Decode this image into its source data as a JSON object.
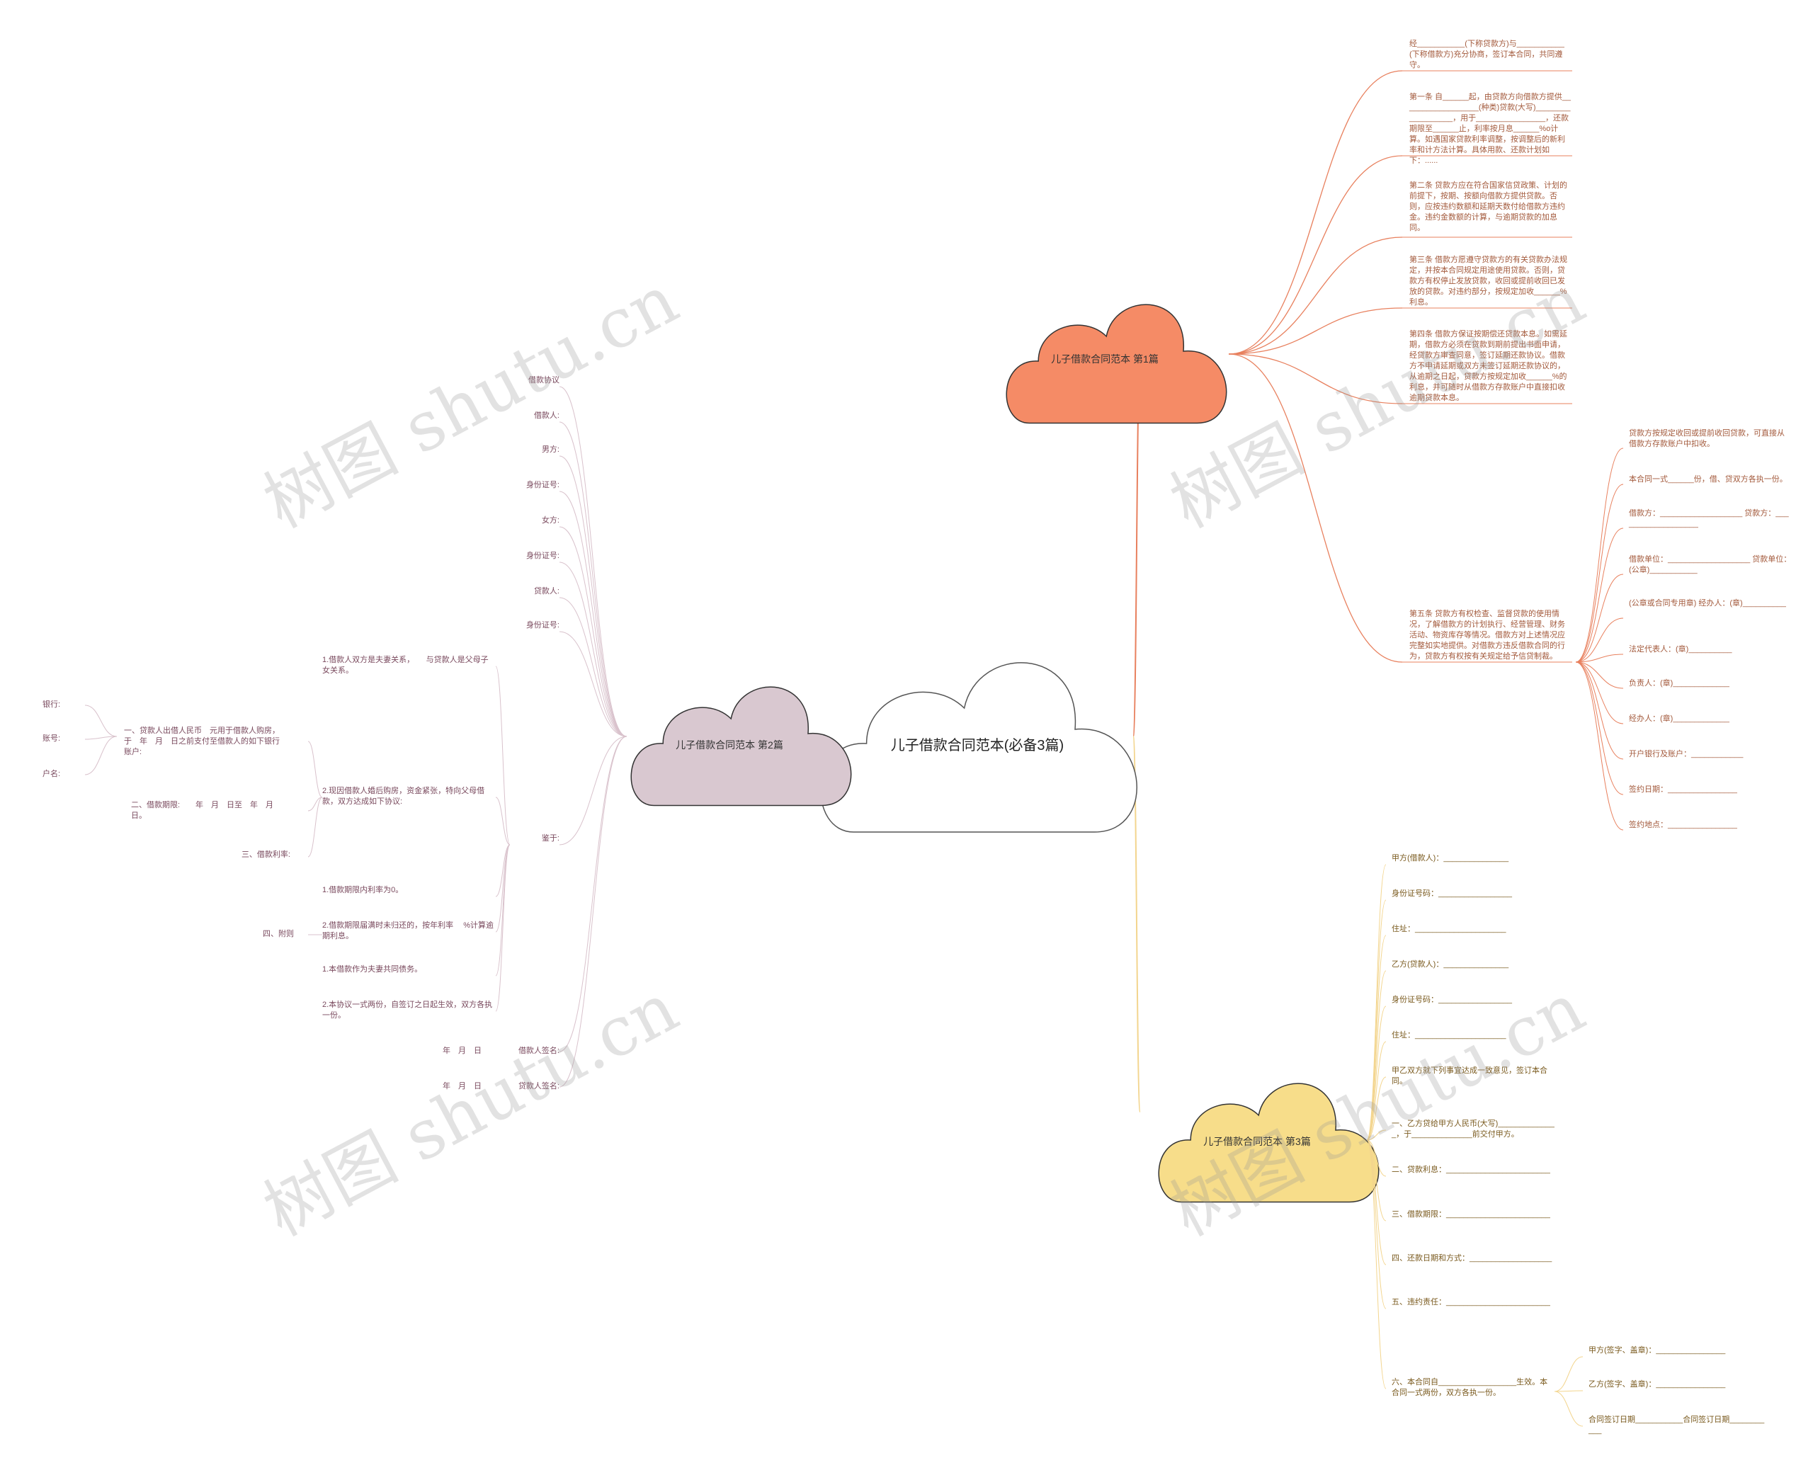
{
  "center": {
    "title": "儿子借款合同范本(必备3篇)"
  },
  "watermark": "树图 shutu.cn",
  "colors": {
    "b1": "#f58b66",
    "b2": "#d9c8d0",
    "b3": "#f7dd8a",
    "l1": "#e8805e",
    "l2": "#d9c2cc",
    "l3": "#f3d58e"
  },
  "branch1": {
    "title": "儿子借款合同范本 第1篇",
    "items": [
      "经___________(下称贷款方)与___________(下称借款方)充分协商，签订本合同，共同遵守。",
      "第一条 自______起，由贷款方向借款方提供__________________(种类)贷款(大写)__________________，用于________________，还款期限至______止，利率按月息______%o计算。如遇国家贷款利率调整，按调整后的新利率和计方法计算。具体用款、还款计划如下：......",
      "第二条 贷款方应在符合国家信贷政策、计划的前提下，按期、按额向借款方提供贷款。否则，应按违约数额和延期天数付给借款方违约金。违约金数额的计算，与逾期贷款的加息同。",
      "第三条 借款方愿遵守贷款方的有关贷款办法规定，并按本合同规定用途使用贷款。否则，贷款方有权停止发放贷款，收回或提前收回已发放的贷款。对违约部分，按规定加收______%利息。",
      "第四条 借款方保证按期偿还贷款本息。如需延期，借款方必须在贷款到期前提出书面申请，经贷款方审查同意，签订延期还款协议。借款方不申请延期或双方未签订延期还款协议的，从逾期之日起，贷款方按规定加收______%的利息，并可随时从借款方存款账户中直接扣收逾期贷款本息。",
      "第五条 贷款方有权检查、监督贷款的使用情况，了解借款方的计划执行、经营管理、财务活动、物资库存等情况。借款方对上述情况应完整如实地提供。对借款方违反借款合同的行为，贷款方有权按有关规定给予信贷制裁。"
    ],
    "sub": [
      "贷款方按规定收回或提前收回贷款，可直接从借款方存款账户中扣收。",
      "本合同一式______份，借、贷双方各执一份。",
      "借款方：___________________ 贷款方：___________________",
      "借款单位：___________________ 贷款单位：(公章)___________",
      "(公章或合同专用章) 经办人：(章)__________",
      "法定代表人：(章)__________",
      "负责人：(章)_____________",
      "经办人：(章)_____________",
      "开户银行及账户：____________",
      "签约日期：________________",
      "签约地点：________________"
    ]
  },
  "branch2": {
    "title": "儿子借款合同范本 第2篇",
    "items": [
      "借款协议",
      "借款人:",
      "男方:",
      "身份证号:",
      "女方:",
      "身份证号:",
      "贷款人:",
      "身份证号:"
    ],
    "jianyu": "鉴于:",
    "jianyu_items": [
      "1.借款人双方是夫妻关系，　　与贷款人是父母子女关系。",
      "2.现因借款人婚后购房，资金紧张，特向父母借款，双方达成如下协议:",
      "1.借款期限内利率为0。",
      "2.借款期限届满时未归还的，按年利率　 %计算逾期利息。",
      "1.本借款作为夫妻共同债务。",
      "2.本协议一式两份，自签订之日起生效，双方各执一份。"
    ],
    "section1": "一、贷款人出借人民币　元用于借款人购房，于　年　月　日之前支付至借款人的如下银行账户:",
    "bank_items": [
      "银行:",
      "账号:",
      "户名:"
    ],
    "section2": "二、借款期限:　　年　月　日至　年　月　日。",
    "section3": "三、借款利率:",
    "section4": "四、附则",
    "sign1_label": "借款人签名:",
    "sign1_date": "年　月　日",
    "sign2_label": "贷款人签名:",
    "sign2_date": "年　月　日"
  },
  "branch3": {
    "title": "儿子借款合同范本 第3篇",
    "items": [
      "甲方(借款人)：_______________",
      "身份证号码：_________________",
      "住址：_____________________",
      "乙方(贷款人)：_______________",
      "身份证号码：_________________",
      "住址：_____________________",
      "甲乙双方就下列事宜达成一致意见，签订本合同。",
      "一、乙方贷给甲方人民币(大写)______________，于______________前交付甲方。",
      "二、贷款利息：________________________",
      "三、借款期限：________________________",
      "四、还款日期和方式：___________________",
      "五、违约责任：________________________",
      "六、本合同自__________________生效。本合同一式两份，双方各执一份。"
    ],
    "sign_items": [
      "甲方(签字、盖章)：________________",
      "乙方(签字、盖章)：________________",
      "合同签订日期___________合同签订日期___________"
    ]
  }
}
